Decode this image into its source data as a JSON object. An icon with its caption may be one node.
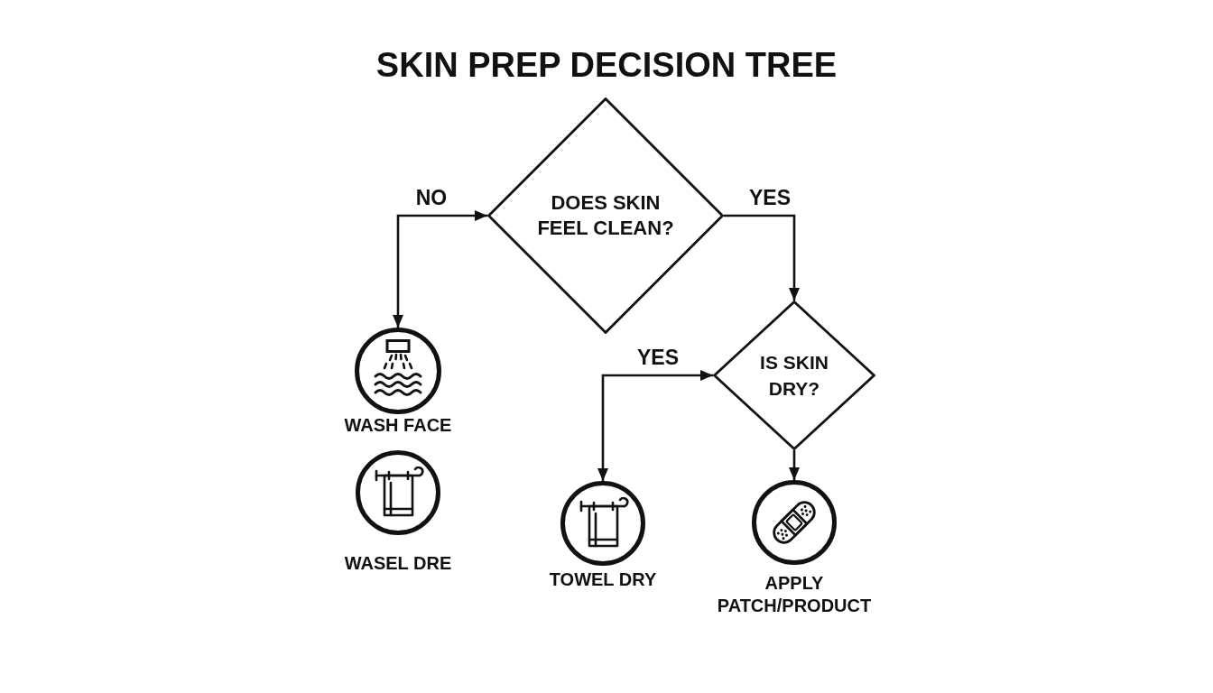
{
  "diagram": {
    "title": "SKIN PREP DECISION TREE",
    "nodes": [
      {
        "text": [
          "DOES SKIN FEEL CLEAN?"
        ]
      },
      {
        "text": [
          "WASH FACE"
        ]
      },
      {
        "text": [
          "WASEL DRE"
        ]
      },
      {
        "text": [
          "IS SKIN DRY?"
        ]
      },
      {
        "text": [
          "TOWEL DRY"
        ]
      },
      {
        "text": [
          "APPLY PATCH/PRODUCT"
        ]
      }
    ],
    "edges": [
      {
        "from": 0,
        "to": 1,
        "arrow": "both",
        "label": "NO"
      },
      {
        "from": 0,
        "to": 3,
        "arrow": "to",
        "label": "YES"
      },
      {
        "from": 3,
        "to": 4,
        "arrow": "both",
        "label": "YES"
      },
      {
        "from": 3,
        "to": 5,
        "arrow": "to"
      }
    ]
  }
}
